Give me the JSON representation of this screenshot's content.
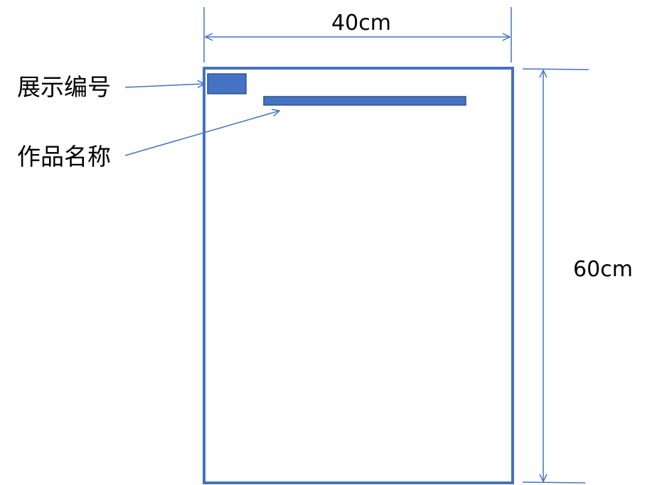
{
  "dimensions": {
    "width_label": "40cm",
    "height_label": "60cm"
  },
  "labels": {
    "display_number": "展示编号",
    "work_title": "作品名称"
  },
  "colors": {
    "line": "#4472C4",
    "fill": "#4472C4",
    "text": "#000000",
    "background": "#ffffff"
  }
}
